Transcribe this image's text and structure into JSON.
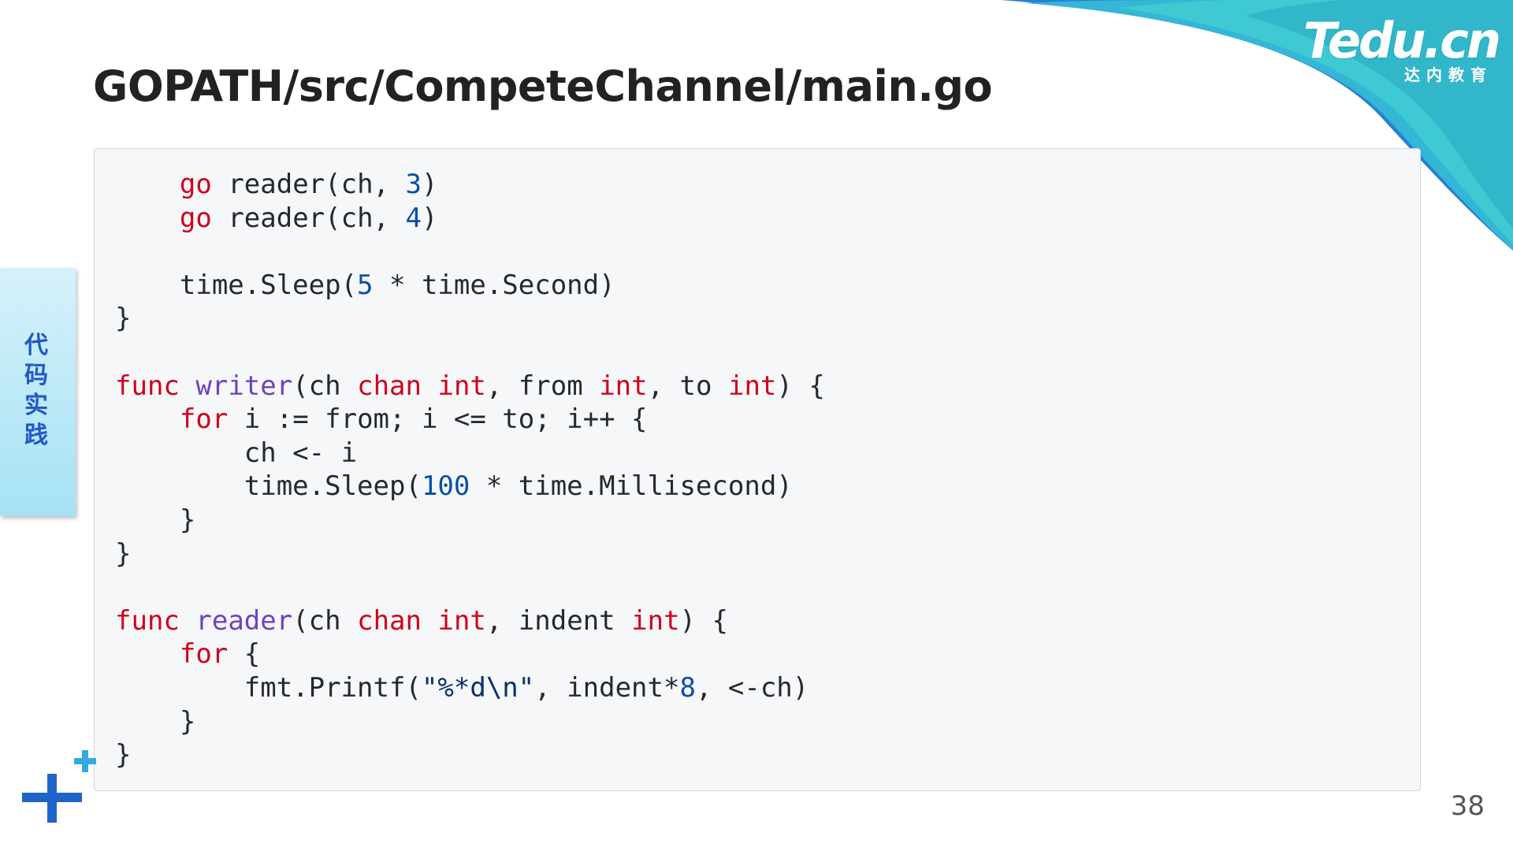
{
  "logo": {
    "brand": "Tedu.cn",
    "subtitle": "达内教育"
  },
  "slide": {
    "title": "GOPATH/src/CompeteChannel/main.go",
    "page_number": "38"
  },
  "side_tab": {
    "label": "代码实践"
  },
  "colors": {
    "keyword": "#d0021b",
    "function": "#6f42c1",
    "number": "#0a4fa8",
    "string": "#0a3069",
    "text": "#24292e",
    "panel_bg": "#f6f7f9",
    "accent_blue": "#2a8ed6",
    "accent_teal": "#35c3d4"
  },
  "icons": {
    "plus_small": "plus-icon",
    "plus_big": "plus-icon"
  },
  "code": {
    "language": "go",
    "lines": [
      [
        [
          "p",
          "    "
        ],
        [
          "kw",
          "go"
        ],
        [
          "p",
          " reader(ch, "
        ],
        [
          "num",
          "3"
        ],
        [
          "p",
          ")"
        ]
      ],
      [
        [
          "p",
          "    "
        ],
        [
          "kw",
          "go"
        ],
        [
          "p",
          " reader(ch, "
        ],
        [
          "num",
          "4"
        ],
        [
          "p",
          ")"
        ]
      ],
      [],
      [
        [
          "p",
          "    time.Sleep("
        ],
        [
          "num",
          "5"
        ],
        [
          "p",
          " * time.Second)"
        ]
      ],
      [
        [
          "p",
          "}"
        ]
      ],
      [],
      [
        [
          "kw",
          "func"
        ],
        [
          "p",
          " "
        ],
        [
          "fn",
          "writer"
        ],
        [
          "p",
          "(ch "
        ],
        [
          "kw",
          "chan"
        ],
        [
          "p",
          " "
        ],
        [
          "kw",
          "int"
        ],
        [
          "p",
          ", from "
        ],
        [
          "kw",
          "int"
        ],
        [
          "p",
          ", to "
        ],
        [
          "kw",
          "int"
        ],
        [
          "p",
          ") {"
        ]
      ],
      [
        [
          "p",
          "    "
        ],
        [
          "kw",
          "for"
        ],
        [
          "p",
          " i := from; i <= to; i++ {"
        ]
      ],
      [
        [
          "p",
          "        ch <- i"
        ]
      ],
      [
        [
          "p",
          "        time.Sleep("
        ],
        [
          "num",
          "100"
        ],
        [
          "p",
          " * time.Millisecond)"
        ]
      ],
      [
        [
          "p",
          "    }"
        ]
      ],
      [
        [
          "p",
          "}"
        ]
      ],
      [],
      [
        [
          "kw",
          "func"
        ],
        [
          "p",
          " "
        ],
        [
          "fn",
          "reader"
        ],
        [
          "p",
          "(ch "
        ],
        [
          "kw",
          "chan"
        ],
        [
          "p",
          " "
        ],
        [
          "kw",
          "int"
        ],
        [
          "p",
          ", indent "
        ],
        [
          "kw",
          "int"
        ],
        [
          "p",
          ") {"
        ]
      ],
      [
        [
          "p",
          "    "
        ],
        [
          "kw",
          "for"
        ],
        [
          "p",
          " {"
        ]
      ],
      [
        [
          "p",
          "        fmt.Printf("
        ],
        [
          "str",
          "\"%*d\\n\""
        ],
        [
          "p",
          ", indent*"
        ],
        [
          "num",
          "8"
        ],
        [
          "p",
          ", <-ch)"
        ]
      ],
      [
        [
          "p",
          "    }"
        ]
      ],
      [
        [
          "p",
          "}"
        ]
      ]
    ]
  }
}
